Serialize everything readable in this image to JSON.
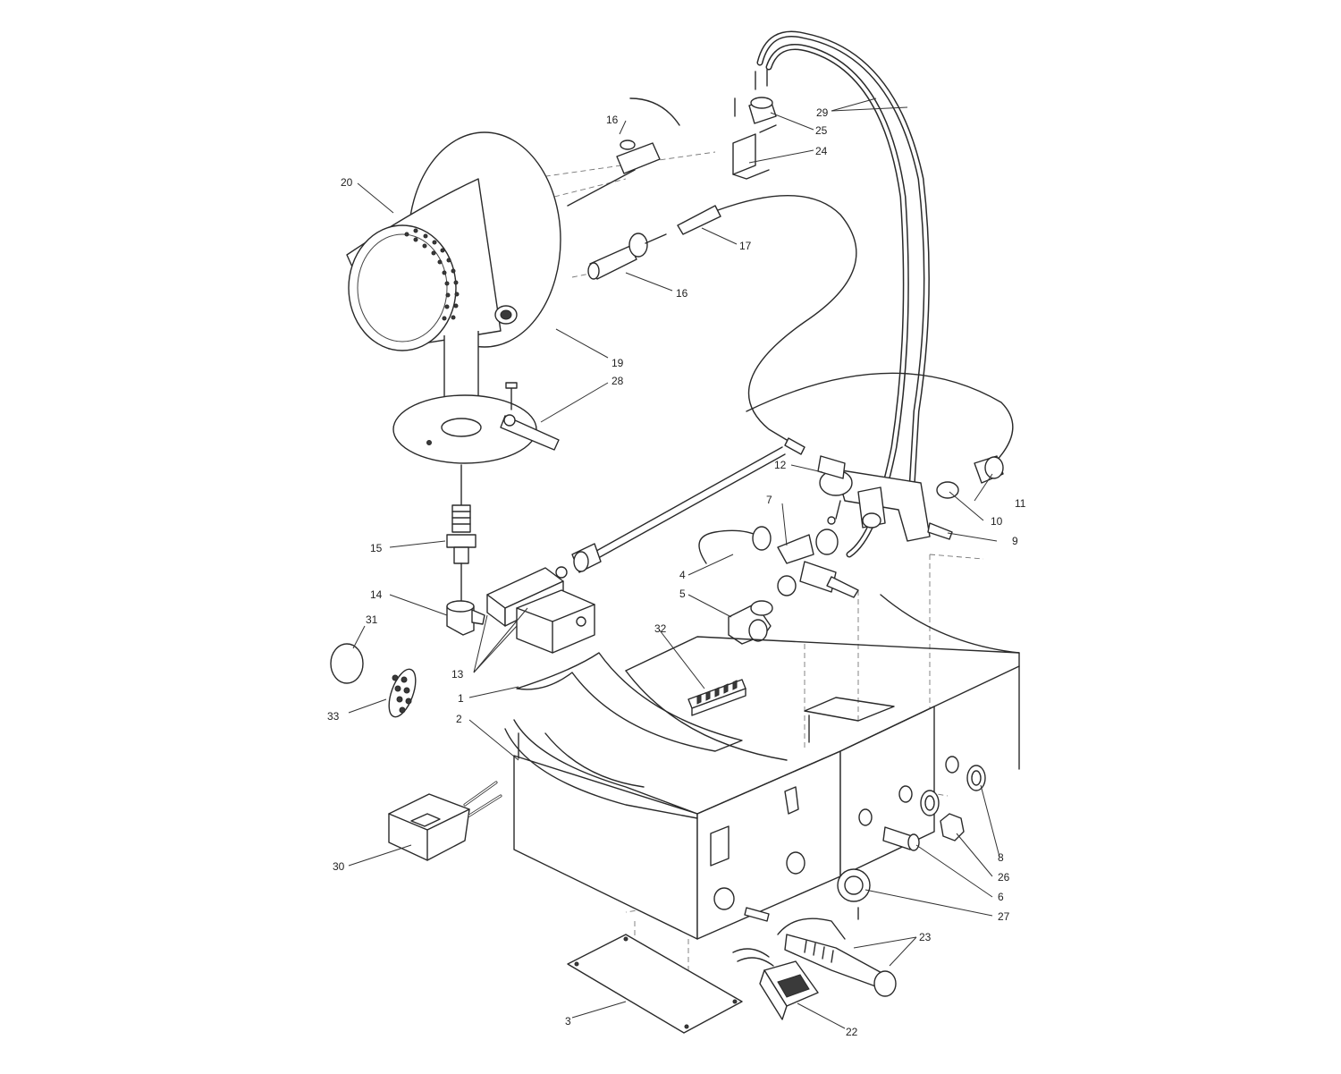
{
  "callouts": {
    "c1": "1",
    "c2": "2",
    "c3": "3",
    "c4": "4",
    "c5": "5",
    "c6": "6",
    "c7": "7",
    "c8": "8",
    "c9": "9",
    "c10": "10",
    "c11": "11",
    "c12": "12",
    "c13": "13",
    "c14": "14",
    "c15": "15",
    "c16a": "16",
    "c16b": "16",
    "c17": "17",
    "c19": "19",
    "c20": "20",
    "c22": "22",
    "c23": "23",
    "c24": "24",
    "c25": "25",
    "c26": "26",
    "c27": "27",
    "c28": "28",
    "c29": "29",
    "c30": "30",
    "c31": "31",
    "c32": "32",
    "c33": "33"
  }
}
